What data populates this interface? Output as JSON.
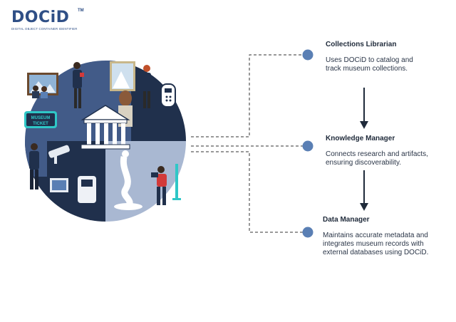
{
  "logo": {
    "wordmark": "DOCiD",
    "tm": "TM",
    "tagline": "DIGITAL OBJECT CONTAINER IDENTIFIER"
  },
  "illustration": {
    "ticket_line1": "MUSEUM",
    "ticket_line2": "TICKET"
  },
  "roles": [
    {
      "title": "Collections Librarian",
      "desc_line1": "Uses DOCiD to catalog and",
      "desc_line2": "track museum collections."
    },
    {
      "title": "Knowledge Manager",
      "desc_line1": "Connects research and artifacts,",
      "desc_line2": "ensuring discoverability."
    },
    {
      "title": "Data Manager",
      "desc_line1": "Maintains accurate metadata and",
      "desc_line2": "integrates museum records with",
      "desc_line3": "external databases using DOCiD."
    }
  ],
  "colors": {
    "navy": "#2f4f86",
    "node": "#5a7fb4",
    "arrow": "#1f2a3a",
    "dark_quad": "#20304c",
    "mid_quad": "#425b88",
    "light_quad": "#a9b8d2"
  }
}
